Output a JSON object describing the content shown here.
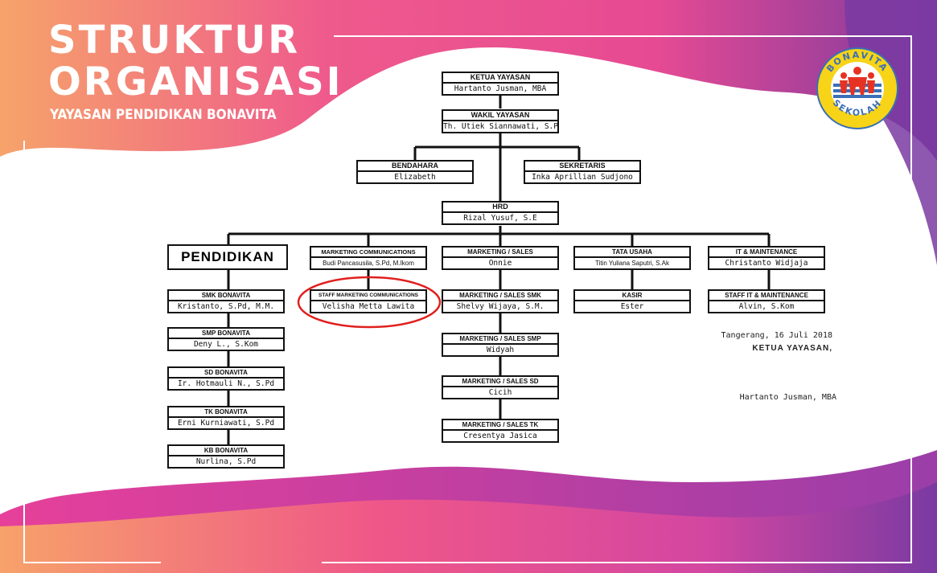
{
  "header": {
    "line1": "STRUKTUR",
    "line2": "ORGANISASI",
    "subtitle": "YAYASAN PENDIDIKAN BONAVITA"
  },
  "logo": {
    "top_text": "BONAVITA",
    "bottom_text": "SEKOLAH",
    "colors": {
      "ring": "#f7d417",
      "inner": "#3b6fb6",
      "figures": "#e63222"
    }
  },
  "colors": {
    "pink": "#ec4a8b",
    "orange": "#f6a36a",
    "purple": "#8a3b9e",
    "circle": "#e0201e"
  },
  "nodes": {
    "ketua": {
      "role": "KETUA YAYASAN",
      "name": "Hartanto Jusman, MBA"
    },
    "wakil": {
      "role": "WAKIL YAYASAN",
      "name": "Th. Utiek Siannawati, S.Pd"
    },
    "bendahara": {
      "role": "BENDAHARA",
      "name": "Elizabeth"
    },
    "sekretaris": {
      "role": "SEKRETARIS",
      "name": "Inka Aprillian Sudjono"
    },
    "hrd": {
      "role": "HRD",
      "name": "Rizal Yusuf, S.E"
    },
    "pendidikan": {
      "label": "PENDIDIKAN"
    },
    "marcom": {
      "role": "MARKETING COMMUNICATIONS",
      "name": "Budi Pancasusila, S.Pd, M.Ikom"
    },
    "staff_marcom": {
      "role": "STAFF MARKETING COMMUNICATIONS",
      "name": "Velisha Metta Lawita"
    },
    "sales": {
      "role": "MARKETING / SALES",
      "name": "Onnie"
    },
    "sales_smk": {
      "role": "MARKETING / SALES SMK",
      "name": "Shelvy Wijaya, S.M."
    },
    "sales_smp": {
      "role": "MARKETING / SALES SMP",
      "name": "Widyah"
    },
    "sales_sd": {
      "role": "MARKETING / SALES SD",
      "name": "Cicih"
    },
    "sales_tk": {
      "role": "MARKETING / SALES TK",
      "name": "Cresentya Jasica"
    },
    "tata_usaha": {
      "role": "TATA USAHA",
      "name": "Titin Yuliana Saputri, S.Ak"
    },
    "kasir": {
      "role": "KASIR",
      "name": "Ester"
    },
    "it": {
      "role": "IT & MAINTENANCE",
      "name": "Christanto Widjaja"
    },
    "staff_it": {
      "role": "STAFF IT & MAINTENANCE",
      "name": "Alvin, S.Kom"
    },
    "smk": {
      "role": "SMK BONAVITA",
      "name": "Kristanto, S.Pd, M.M."
    },
    "smp": {
      "role": "SMP BONAVITA",
      "name": "Deny L., S.Kom"
    },
    "sd": {
      "role": "SD BONAVITA",
      "name": "Ir. Hotmauli N., S.Pd"
    },
    "tk": {
      "role": "TK BONAVITA",
      "name": "Erni Kurniawati, S.Pd"
    },
    "kb": {
      "role": "KB BONAVITA",
      "name": "Nurlina, S.Pd"
    }
  },
  "signature": {
    "place_date": "Tangerang, 16 Juli 2018",
    "title": "KETUA YAYASAN,",
    "name": "Hartanto Jusman, MBA"
  }
}
